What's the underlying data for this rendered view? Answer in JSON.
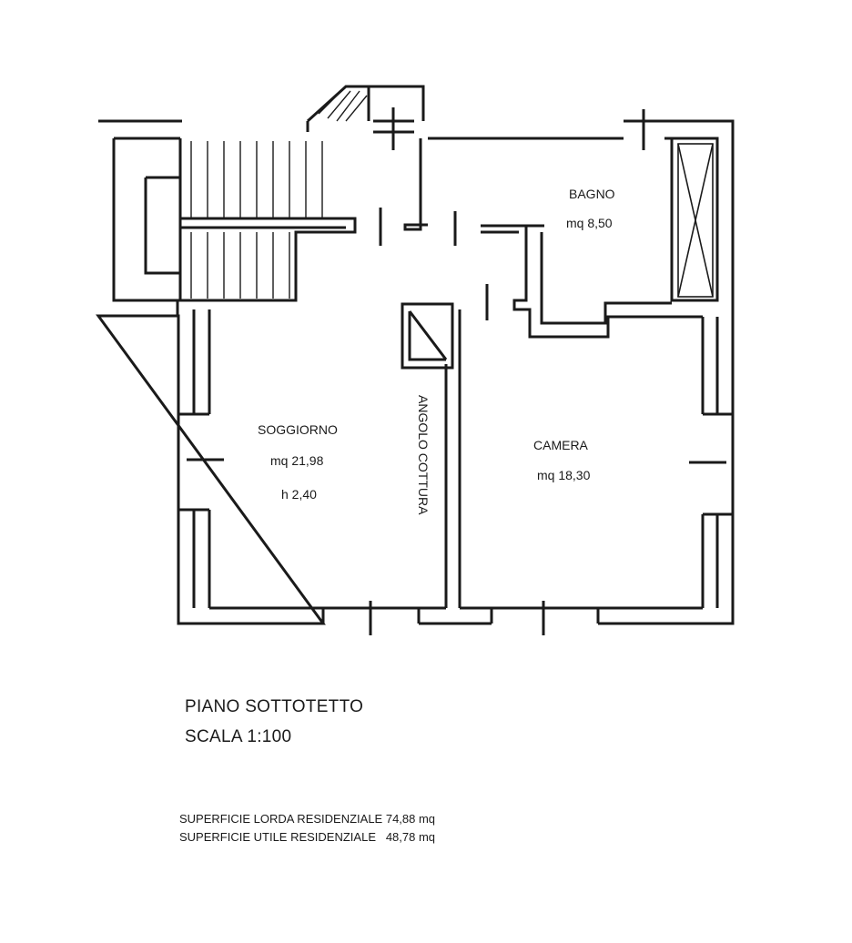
{
  "plan": {
    "rooms": {
      "bagno": {
        "name": "BAGNO",
        "area": "mq 8,50"
      },
      "soggiorno": {
        "name": "SOGGIORNO",
        "area": "mq 21,98",
        "height": "h 2,40"
      },
      "camera": {
        "name": "CAMERA",
        "area": "mq 18,30"
      },
      "angolo": {
        "name": "ANGOLO COTTURA"
      }
    },
    "wall_color": "#1a1a1a"
  },
  "caption": {
    "floor": "PIANO SOTTOTETTO",
    "scale": "SCALA 1:100"
  },
  "summary": {
    "lorda": "SUPERFICIE LORDA RESIDENZIALE 74,88 mq",
    "utile": "SUPERFICIE UTILE RESIDENZIALE   48,78 mq"
  }
}
